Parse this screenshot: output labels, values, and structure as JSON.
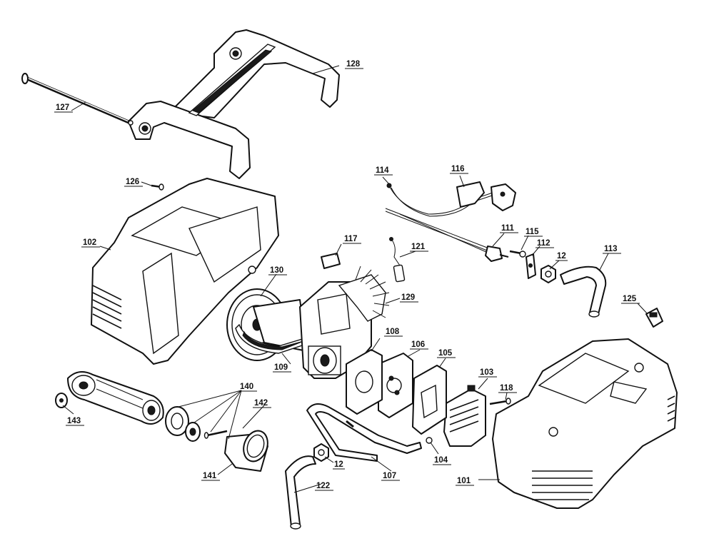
{
  "diagram": {
    "labels": {
      "p101": "101",
      "p102": "102",
      "p103": "103",
      "p104": "104",
      "p105": "105",
      "p106": "106",
      "p107": "107",
      "p108": "108",
      "p109": "109",
      "p111": "111",
      "p112": "112",
      "p113": "113",
      "p114": "114",
      "p115": "115",
      "p116": "116",
      "p117": "117",
      "p118": "118",
      "p121": "121",
      "p122": "122",
      "p125": "125",
      "p126": "126",
      "p127": "127",
      "p128": "128",
      "p129": "129",
      "p130": "130",
      "p140": "140",
      "p141": "141",
      "p142": "142",
      "p143": "143",
      "p12a": "12",
      "p12b": "12"
    }
  }
}
